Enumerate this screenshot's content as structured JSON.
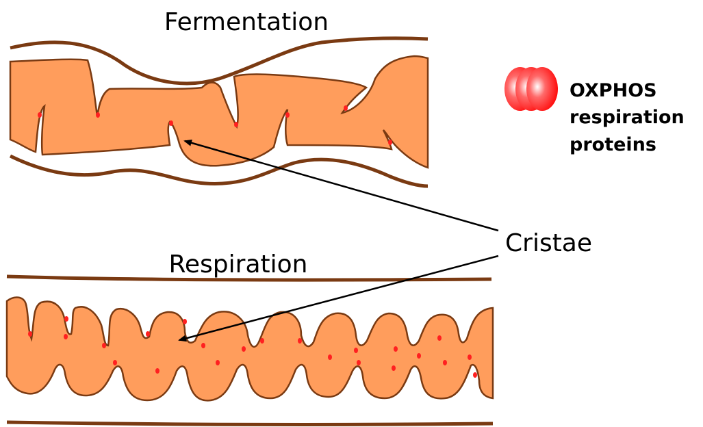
{
  "fermentation": {
    "title": "Fermentation"
  },
  "respiration": {
    "title": "Respiration"
  },
  "cristae_label": "Cristae",
  "legend": {
    "line1": "OXPHOS",
    "line2": "respiration",
    "line3": "proteins"
  },
  "colors": {
    "membrane": "#7a3a12",
    "matrix": "#ff9d5c",
    "protein": "#ff2020",
    "arrow": "#000000"
  }
}
